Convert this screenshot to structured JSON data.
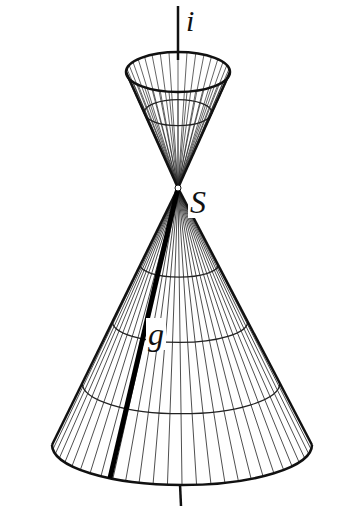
{
  "diagram": {
    "labels": [
      "i",
      "S",
      "g"
    ]
  }
}
